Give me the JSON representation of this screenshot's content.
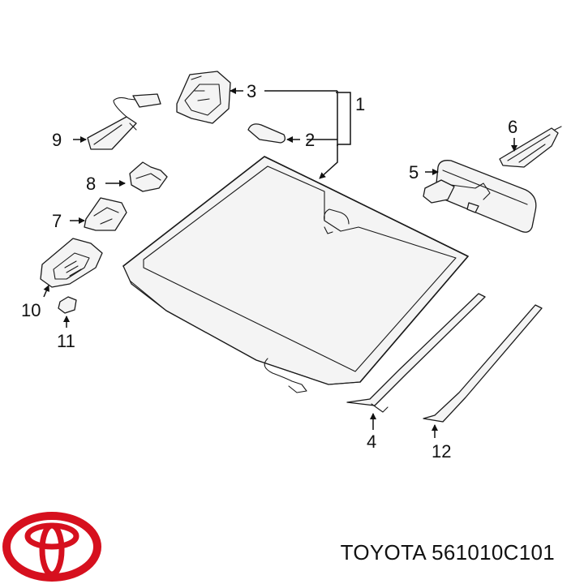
{
  "callouts": {
    "c1": "1",
    "c2": "2",
    "c3": "3",
    "c4": "4",
    "c5": "5",
    "c6": "6",
    "c7": "7",
    "c8": "8",
    "c9": "9",
    "c10": "10",
    "c11": "11",
    "c12": "12"
  },
  "caption": {
    "brand": "TOYOTA",
    "part_number": "561010C101"
  },
  "colors": {
    "logo": "#d6101e",
    "line": "#1a1a1a"
  },
  "icons": {
    "logo": "toyota-logo-icon"
  }
}
